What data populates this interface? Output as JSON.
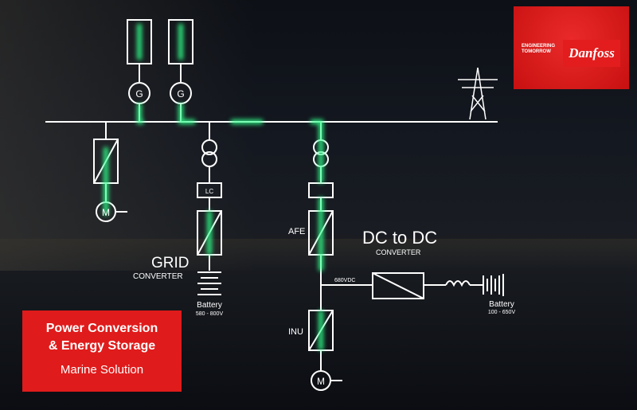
{
  "logo": {
    "tagline_line1": "ENGINEERING",
    "tagline_line2": "TOMORROW",
    "brand": "Danfoss"
  },
  "title_box": {
    "line1": "Power Conversion",
    "line2": "& Energy Storage",
    "subtitle": "Marine Solution"
  },
  "diagram": {
    "generator_label": "G",
    "motor_label": "M",
    "lc_label": "LC",
    "grid_title": "GRID",
    "grid_subtitle": "CONVERTER",
    "battery1_label": "Battery",
    "battery1_range": "580 - 800V",
    "afe_label": "AFE",
    "dc_title": "DC to DC",
    "dc_subtitle": "CONVERTER",
    "dc_bus_voltage": "680VDC",
    "battery2_label": "Battery",
    "battery2_range": "100 - 650V",
    "inu_label": "INU"
  },
  "colors": {
    "accent_red": "#e01b1b",
    "glow_green": "#2dff8a",
    "line": "#ffffff"
  }
}
